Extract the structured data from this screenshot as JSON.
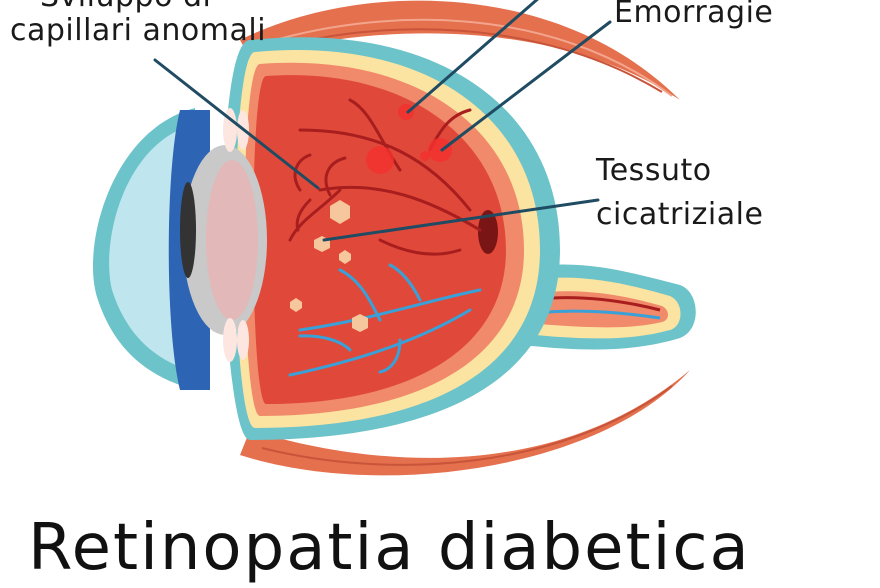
{
  "labels": {
    "capillaries_line1": "Sviluppo di",
    "capillaries_line2": "capillari anomali",
    "hemorrhages": "Emorragie",
    "scar_line1": "Tessuto",
    "scar_line2": "cicatriziale"
  },
  "title": "Retinopatia diabetica",
  "colors": {
    "muscle": "#e4704e",
    "sclera_outer": "#6cc3c9",
    "choroid": "#f08a6a",
    "retina_inner": "#e0493a",
    "vessels_red": "#a81e1e",
    "vessels_blue": "#3aa0d8",
    "yellow_layer": "#fbe3a1",
    "leader_line": "#1f4b63",
    "cornea": "#bfe6ee",
    "iris": "#2d64b4",
    "lens": "#c9c9c9"
  }
}
